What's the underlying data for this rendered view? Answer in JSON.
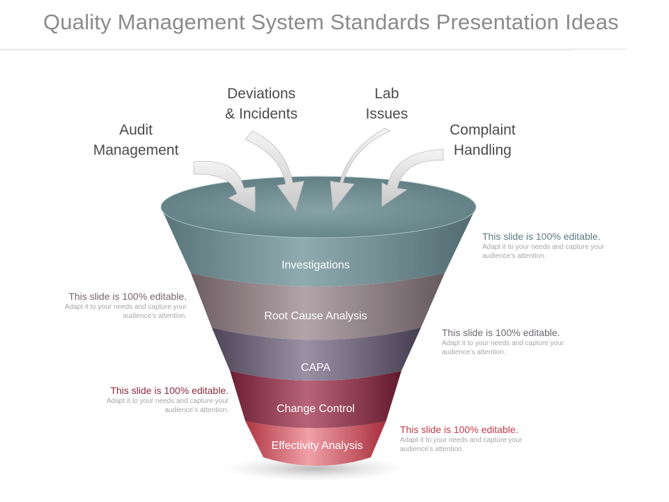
{
  "slide": {
    "title": "Quality Management System Standards Presentation Ideas"
  },
  "inputs": [
    {
      "line1": "Audit",
      "line2": "Management"
    },
    {
      "line1": "Deviations",
      "line2": "& Incidents"
    },
    {
      "line1": "Lab",
      "line2": "Issues"
    },
    {
      "line1": "Complaint",
      "line2": "Handling"
    }
  ],
  "stages": [
    {
      "label": "Investigations",
      "color": "#6b8b90"
    },
    {
      "label": "Root Cause Analysis",
      "color": "#8d7b80"
    },
    {
      "label": "CAPA",
      "color": "#6d6478"
    },
    {
      "label": "Change Control",
      "color": "#8a3048"
    },
    {
      "label": "Effectivity Analysis",
      "color": "#c84a58"
    }
  ],
  "notes": [
    {
      "head": "This slide is 100% editable.",
      "body": "Adapt it to your needs and capture your audience’s attention."
    },
    {
      "head": "This slide is 100% editable.",
      "body": "Adapt it to your needs and capture your audience’s attention."
    },
    {
      "head": "This slide is 100% editable.",
      "body": "Adapt it to your needs and capture your audience’s attention."
    },
    {
      "head": "This slide is 100% editable.",
      "body": "Adapt it to your needs and capture your audience’s attention."
    },
    {
      "head": "This slide is 100% editable.",
      "body": "Adapt it to your needs and capture your audience’s attention."
    }
  ]
}
